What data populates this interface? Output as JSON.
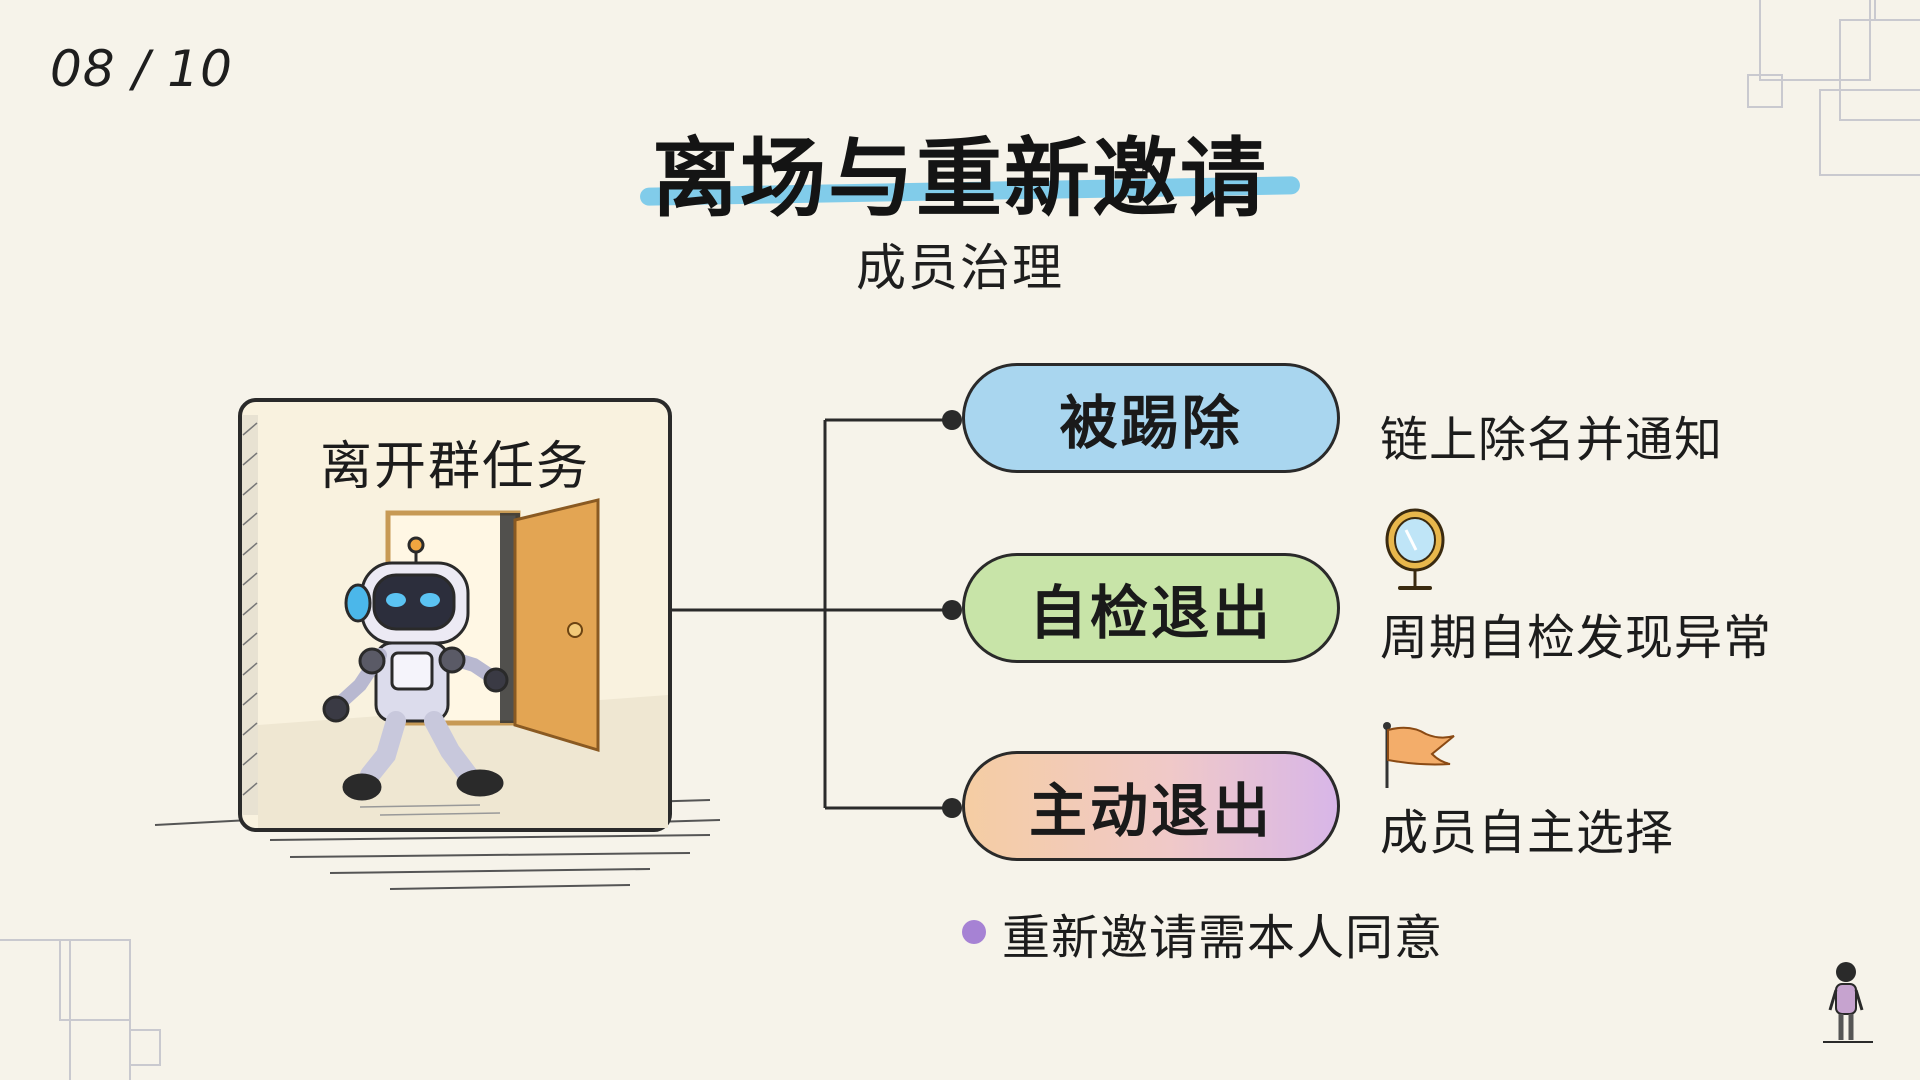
{
  "page": {
    "number": "08 / 10"
  },
  "header": {
    "title": "离场与重新邀请",
    "subtitle": "成员治理"
  },
  "card": {
    "label": "离开群任务"
  },
  "branches": [
    {
      "label": "被踢除",
      "description": "链上除名并通知",
      "color": "#a9d6ef",
      "icon": ""
    },
    {
      "label": "自检退出",
      "description": "周期自检发现异常",
      "color": "#c8e4a8",
      "icon": "mirror-icon"
    },
    {
      "label": "主动退出",
      "description": "成员自主选择",
      "color": "#f5cda3",
      "icon": "flag-icon"
    }
  ],
  "note": {
    "text": "重新邀请需本人同意",
    "bullet_color": "#a682d4"
  },
  "colors": {
    "background": "#f6f3ea",
    "underline": "#6cc4ea",
    "door": "#e0a75a"
  }
}
